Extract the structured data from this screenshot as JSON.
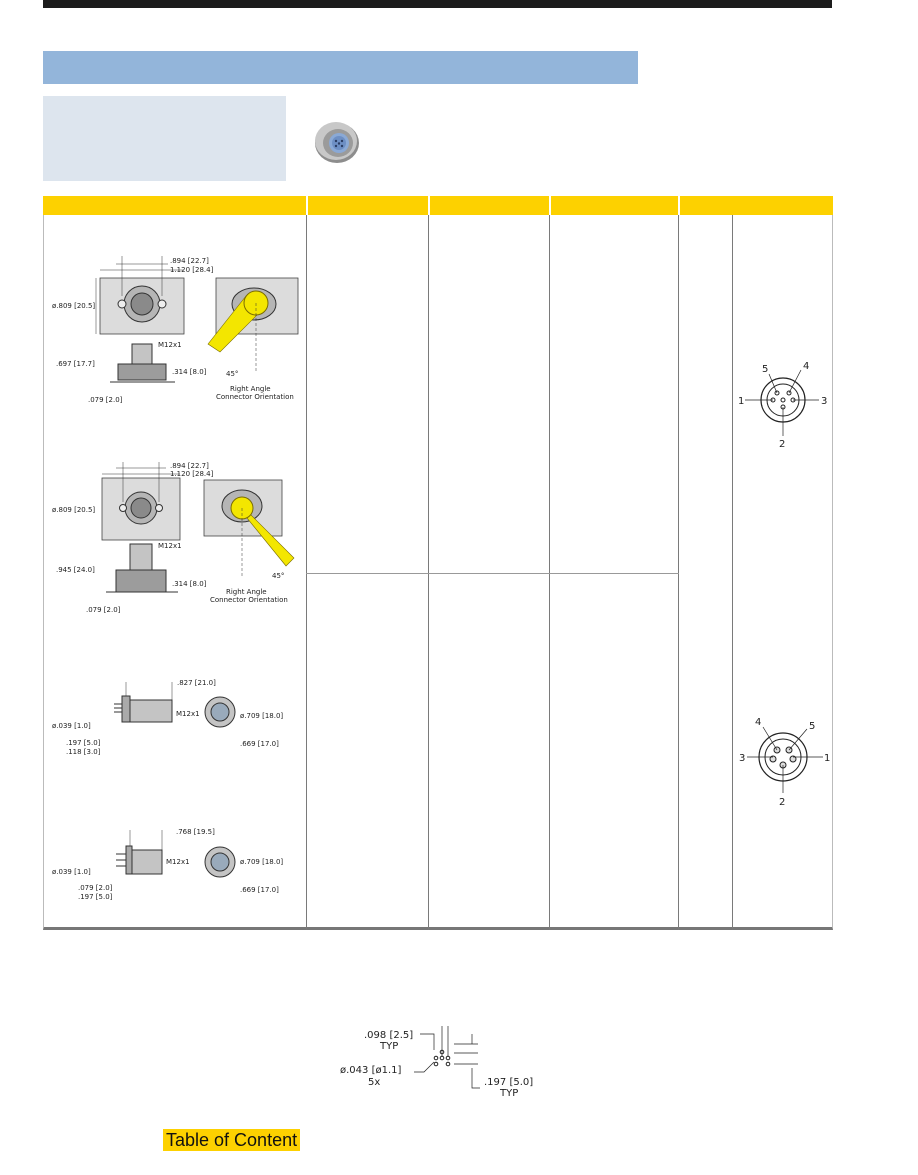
{
  "drawings": {
    "d1": {
      "w1": ".894 [22.7]",
      "w2": "1.120 [28.4]",
      "dia": "ø.809 [20.5]",
      "thread": "M12x1",
      "h1": ".697 [17.7]",
      "h2": ".314 [8.0]",
      "h3": ".079 [2.0]",
      "angle": "45°",
      "orient1": "Right Angle",
      "orient2": "Connector Orientation"
    },
    "d2": {
      "w1": ".894 [22.7]",
      "w2": "1.120 [28.4]",
      "dia": "ø.809 [20.5]",
      "thread": "M12x1",
      "h1": ".945 [24.0]",
      "h2": ".314 [8.0]",
      "h3": ".079 [2.0]",
      "angle": "45°",
      "orient1": "Right Angle",
      "orient2": "Connector Orientation"
    },
    "d3": {
      "len": ".827 [21.0]",
      "thread": "M12x1",
      "pin": "ø.039 [1.0]",
      "a": ".197 [5.0]",
      "b": ".118 [3.0]",
      "dia": "ø.709 [18.0]",
      "flat": ".669 [17.0]"
    },
    "d4": {
      "len": ".768 [19.5]",
      "thread": "M12x1",
      "pin": "ø.039 [1.0]",
      "a": ".079 [2.0]",
      "b": ".197 [5.0]",
      "dia": "ø.709 [18.0]",
      "flat": ".669 [17.0]"
    }
  },
  "pinouts": {
    "male": [
      "5",
      "4",
      "1",
      "3",
      "2"
    ],
    "female": [
      "4",
      "5",
      "3",
      "1",
      "2"
    ]
  },
  "footprint": {
    "pitch": ".098 [2.5]",
    "pitch_typ": "TYP",
    "hole": "ø.043 [ø1.1]",
    "hole_count": "5x",
    "offset": ".197 [5.0]",
    "offset_typ": "TYP"
  },
  "toc_label": "Table of Content"
}
